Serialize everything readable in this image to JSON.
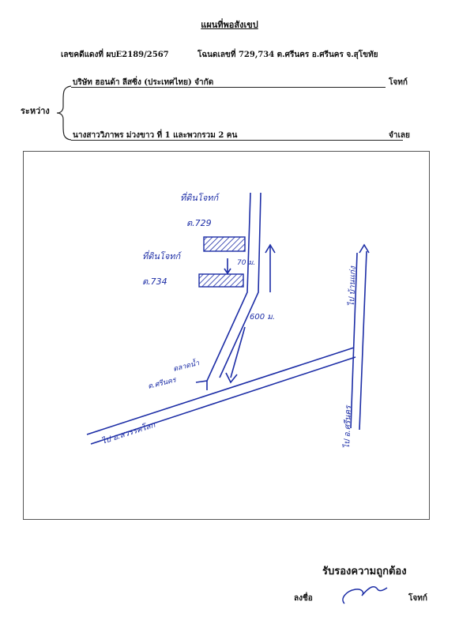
{
  "header": {
    "title": "แผนที่พอสังเขป",
    "case_no": "เลขคดีแดงที่ ผบE2189/2567",
    "deed_info": "โฉนดเลขที่ 729,734  ต.ศรีนคร  อ.ศรีนคร  จ.สุโขทัย"
  },
  "parties": {
    "between_label": "ระหว่าง",
    "plaintiff": {
      "name": "บริษัท ฮอนด้า ลีสซิ่ง (ประเทศไทย) จำกัด",
      "role": "โจทก์"
    },
    "defendant": {
      "name": "นางสาววิภาพร  ม่วงขาว ที่ 1 และพวกรวม 2 คน",
      "role": "จำเลย"
    }
  },
  "map": {
    "label_plot_upper_1": "ที่ดินโจทก์",
    "label_plot_upper_2": "ต.729",
    "label_plot_lower_1": "ที่ดินโจทก์",
    "label_plot_lower_2": "ต.734",
    "label_distance_near": "70 ม.",
    "label_distance_road": "600 ม.",
    "label_landmark_1": "ตลาดน้ำ",
    "label_landmark_2": "ต.ศรีนคร",
    "label_road_left": "ไป อ.สวรรคโลก",
    "label_road_up": "ไป บ้านแก่ง",
    "label_road_down": "ไป อ.ศรีนคร",
    "ink_color": "#1c2da6"
  },
  "footer": {
    "certify": "รับรองความถูกต้อง",
    "sign_label": "ลงชื่อ",
    "sign_role": "โจทก์"
  }
}
